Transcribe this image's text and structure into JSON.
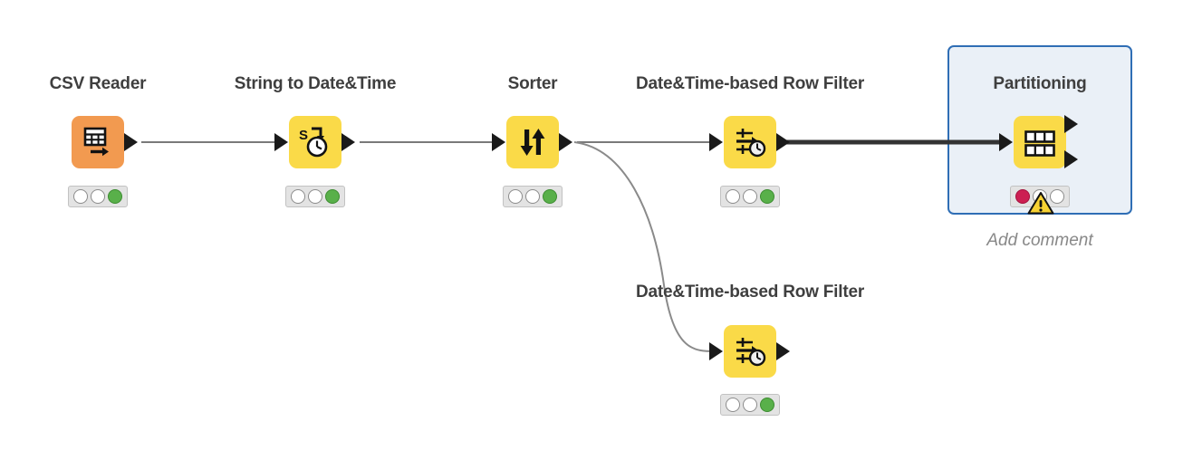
{
  "workflow": {
    "canvas_background": "#ffffff",
    "selection_border_color": "#2f6eb5",
    "selection_fill_color": "#eaf0f7",
    "node_yellow": "#fada48",
    "node_orange": "#f29a50",
    "title_color": "#3f3f3f",
    "comment_color": "#888888",
    "status_green": "#59b04a",
    "status_red": "#cc1f52",
    "status_idle": "#ffffff",
    "nodes": [
      {
        "id": "csv-reader",
        "title": "CSV Reader",
        "icon": "table-with-arrow-icon",
        "color": "#f29a50",
        "status": [
          "white",
          "white",
          "green"
        ],
        "selected": false,
        "comment": ""
      },
      {
        "id": "string-to-datetime",
        "title": "String to Date&Time",
        "icon": "string-to-clock-icon",
        "color": "#fada48",
        "status": [
          "white",
          "white",
          "green"
        ],
        "selected": false,
        "comment": ""
      },
      {
        "id": "sorter",
        "title": "Sorter",
        "icon": "up-down-arrows-icon",
        "color": "#fada48",
        "status": [
          "white",
          "white",
          "green"
        ],
        "selected": false,
        "comment": ""
      },
      {
        "id": "row-filter-top",
        "title": "Date&Time-based Row Filter",
        "icon": "filter-clock-icon",
        "color": "#fada48",
        "status": [
          "white",
          "white",
          "green"
        ],
        "selected": false,
        "comment": ""
      },
      {
        "id": "partitioning",
        "title": "Partitioning",
        "icon": "partition-rows-icon",
        "color": "#fada48",
        "status": [
          "red",
          "white",
          "white"
        ],
        "selected": true,
        "warning": "warning-triangle-icon",
        "comment": "Add comment"
      },
      {
        "id": "row-filter-bottom",
        "title": "Date&Time-based Row Filter",
        "icon": "filter-clock-icon",
        "color": "#fada48",
        "status": [
          "white",
          "white",
          "green"
        ],
        "selected": false,
        "comment": ""
      }
    ],
    "connections": [
      {
        "from": "csv-reader",
        "to": "string-to-datetime",
        "style": "thin"
      },
      {
        "from": "string-to-datetime",
        "to": "sorter",
        "style": "thin"
      },
      {
        "from": "sorter",
        "to": "row-filter-top",
        "style": "thin"
      },
      {
        "from": "sorter",
        "to": "row-filter-bottom",
        "style": "curved-thin"
      },
      {
        "from": "row-filter-top",
        "to": "partitioning",
        "style": "thick"
      }
    ]
  }
}
